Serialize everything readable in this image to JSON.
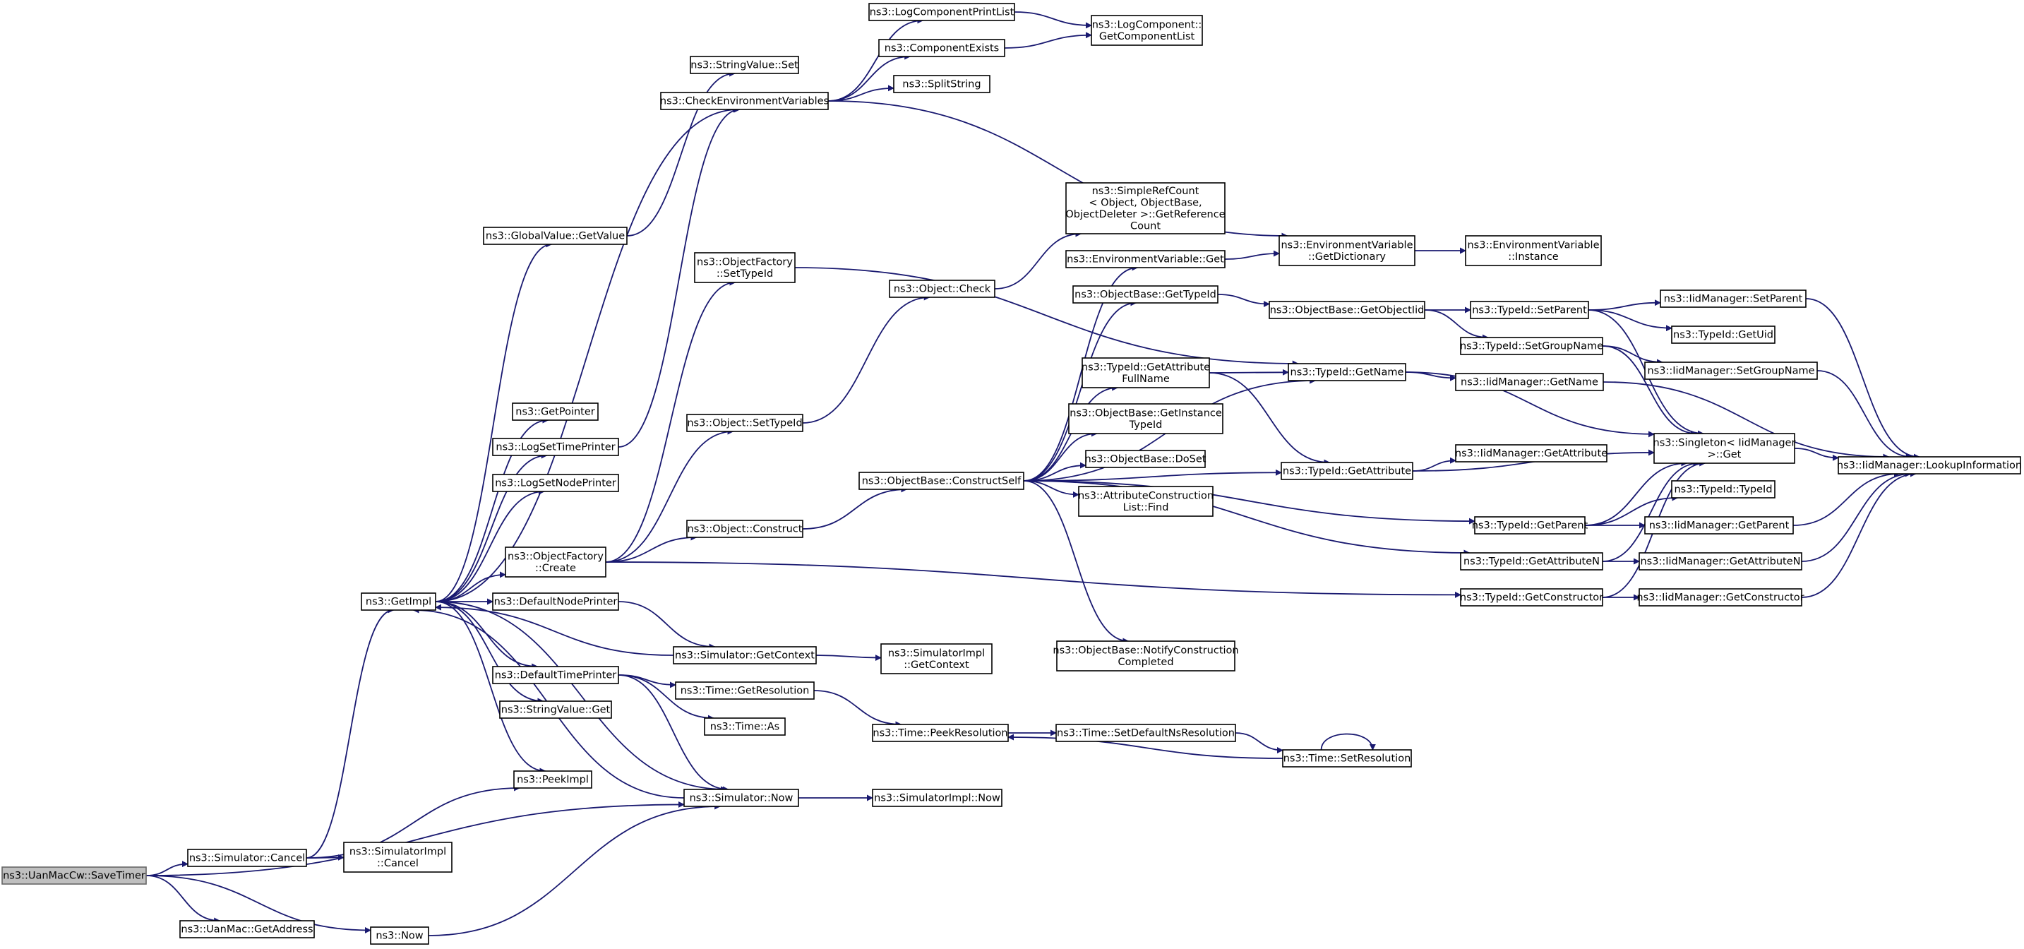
{
  "graph": {
    "root": "ns3::UanMacCw::SaveTimer",
    "nodes": [
      {
        "id": "savetimer",
        "lines": [
          "ns3::UanMacCw::SaveTimer"
        ],
        "root": true
      },
      {
        "id": "sim_cancel",
        "lines": [
          "ns3::Simulator::Cancel"
        ]
      },
      {
        "id": "uanmac_getaddress",
        "lines": [
          "ns3::UanMac::GetAddress"
        ]
      },
      {
        "id": "ns3_now",
        "lines": [
          "ns3::Now"
        ]
      },
      {
        "id": "getimpl",
        "lines": [
          "ns3::GetImpl"
        ]
      },
      {
        "id": "simimpl_cancel",
        "lines": [
          "ns3::SimulatorImpl",
          "::Cancel"
        ]
      },
      {
        "id": "peekimpl",
        "lines": [
          "ns3::PeekImpl"
        ]
      },
      {
        "id": "sim_now",
        "lines": [
          "ns3::Simulator::Now"
        ]
      },
      {
        "id": "simimpl_now",
        "lines": [
          "ns3::SimulatorImpl::Now"
        ]
      },
      {
        "id": "gv_getvalue",
        "lines": [
          "ns3::GlobalValue::GetValue"
        ]
      },
      {
        "id": "getpointer",
        "lines": [
          "ns3::GetPointer"
        ]
      },
      {
        "id": "logsettimeprinter",
        "lines": [
          "ns3::LogSetTimePrinter"
        ]
      },
      {
        "id": "logsetnodeprinter",
        "lines": [
          "ns3::LogSetNodePrinter"
        ]
      },
      {
        "id": "of_create",
        "lines": [
          "ns3::ObjectFactory",
          "::Create"
        ]
      },
      {
        "id": "defaultnodeprinter",
        "lines": [
          "ns3::DefaultNodePrinter"
        ]
      },
      {
        "id": "defaulttimeprinter",
        "lines": [
          "ns3::DefaultTimePrinter"
        ]
      },
      {
        "id": "sv_get",
        "lines": [
          "ns3::StringValue::Get"
        ]
      },
      {
        "id": "sv_set",
        "lines": [
          "ns3::StringValue::Set"
        ]
      },
      {
        "id": "checkenv",
        "lines": [
          "ns3::CheckEnvironmentVariables"
        ]
      },
      {
        "id": "of_settypeid",
        "lines": [
          "ns3::ObjectFactory",
          "::SetTypeId"
        ]
      },
      {
        "id": "obj_settypeid",
        "lines": [
          "ns3::Object::SetTypeId"
        ]
      },
      {
        "id": "obj_construct",
        "lines": [
          "ns3::Object::Construct"
        ]
      },
      {
        "id": "sim_getcontext",
        "lines": [
          "ns3::Simulator::GetContext"
        ]
      },
      {
        "id": "simimpl_getcontext",
        "lines": [
          "ns3::SimulatorImpl",
          "::GetContext"
        ]
      },
      {
        "id": "time_getresolution",
        "lines": [
          "ns3::Time::GetResolution"
        ]
      },
      {
        "id": "time_as",
        "lines": [
          "ns3::Time::As"
        ]
      },
      {
        "id": "logcompprintlist",
        "lines": [
          "ns3::LogComponentPrintList"
        ]
      },
      {
        "id": "compexists",
        "lines": [
          "ns3::ComponentExists"
        ]
      },
      {
        "id": "splitstring",
        "lines": [
          "ns3::SplitString"
        ]
      },
      {
        "id": "logcomp_getlist",
        "lines": [
          "ns3::LogComponent::",
          "GetComponentList"
        ]
      },
      {
        "id": "obj_check",
        "lines": [
          "ns3::Object::Check"
        ]
      },
      {
        "id": "ob_constructself",
        "lines": [
          "ns3::ObjectBase::ConstructSelf"
        ]
      },
      {
        "id": "simplerefcount",
        "lines": [
          "ns3::SimpleRefCount",
          "< Object, ObjectBase,",
          "ObjectDeleter >::GetReference",
          "Count"
        ]
      },
      {
        "id": "envvar_get",
        "lines": [
          "ns3::EnvironmentVariable::Get"
        ]
      },
      {
        "id": "ob_gettypeid",
        "lines": [
          "ns3::ObjectBase::GetTypeId"
        ]
      },
      {
        "id": "tid_getattrfullname",
        "lines": [
          "ns3::TypeId::GetAttribute",
          "FullName"
        ]
      },
      {
        "id": "ob_getinstancetypeid",
        "lines": [
          "ns3::ObjectBase::GetInstance",
          "TypeId"
        ]
      },
      {
        "id": "ob_doset",
        "lines": [
          "ns3::ObjectBase::DoSet"
        ]
      },
      {
        "id": "attrconstlist_find",
        "lines": [
          "ns3::AttributeConstruction",
          "List::Find"
        ]
      },
      {
        "id": "ob_notify",
        "lines": [
          "ns3::ObjectBase::NotifyConstruction",
          "Completed"
        ]
      },
      {
        "id": "time_peekresolution",
        "lines": [
          "ns3::Time::PeekResolution"
        ]
      },
      {
        "id": "time_setdefaultns",
        "lines": [
          "ns3::Time::SetDefaultNsResolution"
        ]
      },
      {
        "id": "time_setresolution",
        "lines": [
          "ns3::Time::SetResolution"
        ]
      },
      {
        "id": "envvar_getdict",
        "lines": [
          "ns3::EnvironmentVariable",
          "::GetDictionary"
        ]
      },
      {
        "id": "envvar_instance",
        "lines": [
          "ns3::EnvironmentVariable",
          "::Instance"
        ]
      },
      {
        "id": "ob_getobjectiid",
        "lines": [
          "ns3::ObjectBase::GetObjectIid"
        ]
      },
      {
        "id": "tid_getname",
        "lines": [
          "ns3::TypeId::GetName"
        ]
      },
      {
        "id": "tid_getattribute",
        "lines": [
          "ns3::TypeId::GetAttribute"
        ]
      },
      {
        "id": "tid_setparent",
        "lines": [
          "ns3::TypeId::SetParent"
        ]
      },
      {
        "id": "tid_setgroupname",
        "lines": [
          "ns3::TypeId::SetGroupName"
        ]
      },
      {
        "id": "iid_getname",
        "lines": [
          "ns3::IidManager::GetName"
        ]
      },
      {
        "id": "iid_getattribute",
        "lines": [
          "ns3::IidManager::GetAttribute"
        ]
      },
      {
        "id": "tid_getparent",
        "lines": [
          "ns3::TypeId::GetParent"
        ]
      },
      {
        "id": "tid_getattributen",
        "lines": [
          "ns3::TypeId::GetAttributeN"
        ]
      },
      {
        "id": "tid_getconstructor",
        "lines": [
          "ns3::TypeId::GetConstructor"
        ]
      },
      {
        "id": "iid_setparent",
        "lines": [
          "ns3::IidManager::SetParent"
        ]
      },
      {
        "id": "tid_getuid",
        "lines": [
          "ns3::TypeId::GetUid"
        ]
      },
      {
        "id": "iid_setgroupname",
        "lines": [
          "ns3::IidManager::SetGroupName"
        ]
      },
      {
        "id": "singleton_get",
        "lines": [
          "ns3::Singleton< IidManager",
          ">::Get"
        ]
      },
      {
        "id": "tid_typeid",
        "lines": [
          "ns3::TypeId::TypeId"
        ]
      },
      {
        "id": "iid_getparent",
        "lines": [
          "ns3::IidManager::GetParent"
        ]
      },
      {
        "id": "iid_getattributen",
        "lines": [
          "ns3::IidManager::GetAttributeN"
        ]
      },
      {
        "id": "iid_getconstructor",
        "lines": [
          "ns3::IidManager::GetConstructor"
        ]
      },
      {
        "id": "iid_lookupinfo",
        "lines": [
          "ns3::IidManager::LookupInformation"
        ]
      }
    ],
    "edges": [
      [
        "savetimer",
        "sim_cancel"
      ],
      [
        "savetimer",
        "uanmac_getaddress"
      ],
      [
        "savetimer",
        "ns3_now"
      ],
      [
        "savetimer",
        "sim_now"
      ],
      [
        "sim_cancel",
        "getimpl"
      ],
      [
        "sim_cancel",
        "simimpl_cancel"
      ],
      [
        "sim_cancel",
        "peekimpl"
      ],
      [
        "ns3_now",
        "sim_now"
      ],
      [
        "getimpl",
        "gv_getvalue"
      ],
      [
        "getimpl",
        "getpointer"
      ],
      [
        "getimpl",
        "logsettimeprinter"
      ],
      [
        "getimpl",
        "logsetnodeprinter"
      ],
      [
        "getimpl",
        "checkenv"
      ],
      [
        "getimpl",
        "of_create"
      ],
      [
        "getimpl",
        "defaultnodeprinter"
      ],
      [
        "getimpl",
        "defaulttimeprinter"
      ],
      [
        "getimpl",
        "sv_get"
      ],
      [
        "getimpl",
        "peekimpl"
      ],
      [
        "getimpl",
        "sim_now"
      ],
      [
        "sim_getcontext",
        "getimpl"
      ],
      [
        "sim_now",
        "getimpl"
      ],
      [
        "gv_getvalue",
        "sv_set"
      ],
      [
        "logsettimeprinter",
        "checkenv"
      ],
      [
        "of_create",
        "of_settypeid"
      ],
      [
        "of_create",
        "obj_settypeid"
      ],
      [
        "of_create",
        "obj_construct"
      ],
      [
        "of_create",
        "tid_getconstructor"
      ],
      [
        "defaultnodeprinter",
        "sim_getcontext"
      ],
      [
        "defaulttimeprinter",
        "time_getresolution"
      ],
      [
        "defaulttimeprinter",
        "time_as"
      ],
      [
        "defaulttimeprinter",
        "sim_now"
      ],
      [
        "checkenv",
        "logcompprintlist"
      ],
      [
        "checkenv",
        "compexists"
      ],
      [
        "checkenv",
        "splitstring"
      ],
      [
        "checkenv",
        "envvar_getdict"
      ],
      [
        "logcompprintlist",
        "logcomp_getlist"
      ],
      [
        "compexists",
        "logcomp_getlist"
      ],
      [
        "of_settypeid",
        "tid_getname"
      ],
      [
        "obj_settypeid",
        "obj_check"
      ],
      [
        "obj_check",
        "simplerefcount"
      ],
      [
        "obj_construct",
        "ob_constructself"
      ],
      [
        "sim_getcontext",
        "simimpl_getcontext"
      ],
      [
        "sim_now",
        "simimpl_now"
      ],
      [
        "time_getresolution",
        "time_peekresolution"
      ],
      [
        "ob_constructself",
        "envvar_get"
      ],
      [
        "ob_constructself",
        "ob_gettypeid"
      ],
      [
        "ob_constructself",
        "tid_getattrfullname"
      ],
      [
        "ob_constructself",
        "ob_getinstancetypeid"
      ],
      [
        "ob_constructself",
        "ob_doset"
      ],
      [
        "ob_constructself",
        "attrconstlist_find"
      ],
      [
        "ob_constructself",
        "ob_notify"
      ],
      [
        "ob_constructself",
        "tid_getname"
      ],
      [
        "ob_constructself",
        "tid_getattribute"
      ],
      [
        "ob_constructself",
        "tid_getparent"
      ],
      [
        "ob_constructself",
        "tid_getattributen"
      ],
      [
        "envvar_get",
        "envvar_getdict"
      ],
      [
        "envvar_getdict",
        "envvar_instance"
      ],
      [
        "ob_gettypeid",
        "ob_getobjectiid"
      ],
      [
        "ob_getobjectiid",
        "tid_setparent"
      ],
      [
        "ob_getobjectiid",
        "tid_setgroupname"
      ],
      [
        "tid_getattrfullname",
        "tid_getname"
      ],
      [
        "tid_getattrfullname",
        "tid_getattribute"
      ],
      [
        "time_peekresolution",
        "time_setdefaultns"
      ],
      [
        "time_setdefaultns",
        "time_setresolution"
      ],
      [
        "time_setresolution",
        "time_peekresolution"
      ],
      [
        "time_setresolution",
        "time_setresolution"
      ],
      [
        "tid_getname",
        "iid_getname"
      ],
      [
        "tid_getname",
        "singleton_get"
      ],
      [
        "tid_getattribute",
        "iid_getattribute"
      ],
      [
        "tid_getattribute",
        "singleton_get"
      ],
      [
        "tid_setparent",
        "iid_setparent"
      ],
      [
        "tid_setparent",
        "tid_getuid"
      ],
      [
        "tid_setparent",
        "singleton_get"
      ],
      [
        "tid_setgroupname",
        "iid_setgroupname"
      ],
      [
        "tid_setgroupname",
        "singleton_get"
      ],
      [
        "tid_getparent",
        "tid_typeid"
      ],
      [
        "tid_getparent",
        "iid_getparent"
      ],
      [
        "tid_getparent",
        "singleton_get"
      ],
      [
        "tid_getattributen",
        "iid_getattributen"
      ],
      [
        "tid_getattributen",
        "singleton_get"
      ],
      [
        "tid_getconstructor",
        "iid_getconstructor"
      ],
      [
        "tid_getconstructor",
        "singleton_get"
      ],
      [
        "iid_getname",
        "iid_lookupinfo"
      ],
      [
        "iid_setparent",
        "iid_lookupinfo"
      ],
      [
        "iid_setgroupname",
        "iid_lookupinfo"
      ],
      [
        "iid_getparent",
        "iid_lookupinfo"
      ],
      [
        "iid_getattributen",
        "iid_lookupinfo"
      ],
      [
        "iid_getconstructor",
        "iid_lookupinfo"
      ],
      [
        "singleton_get",
        "iid_lookupinfo"
      ]
    ]
  }
}
